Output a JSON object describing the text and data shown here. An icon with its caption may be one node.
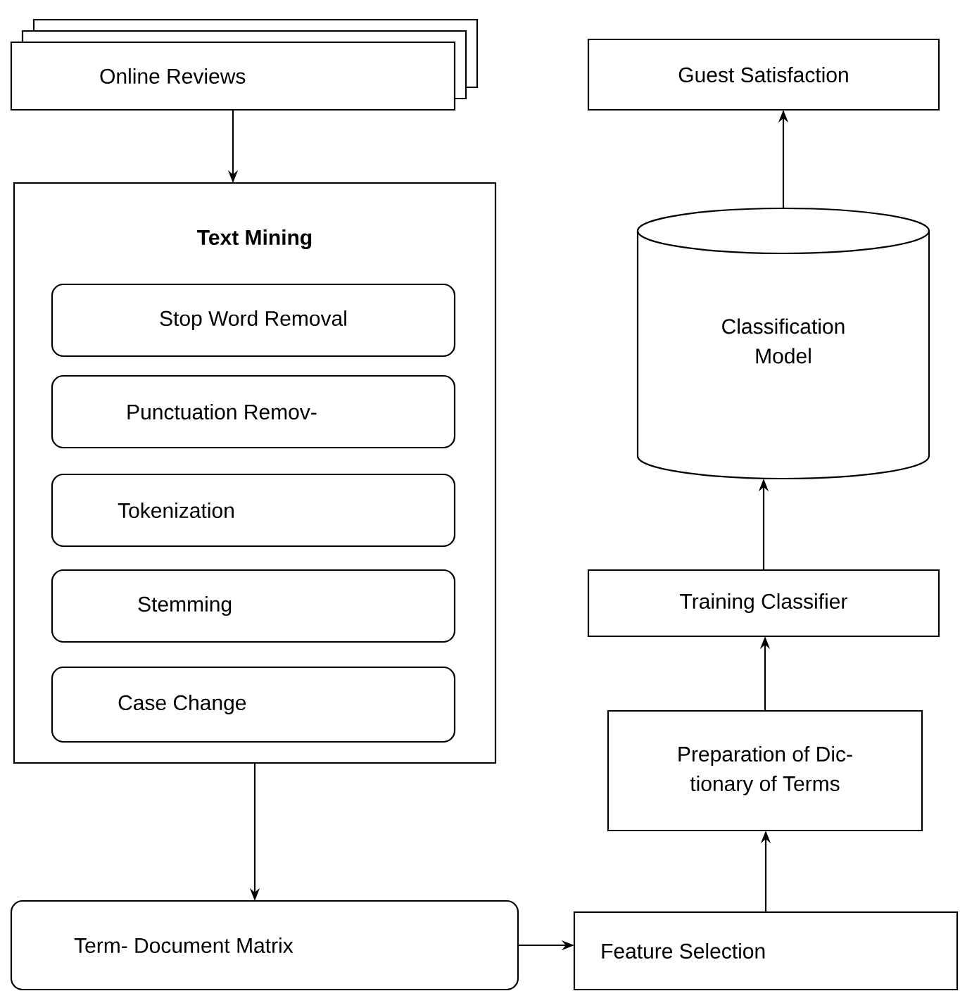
{
  "diagram": {
    "nodes": [
      {
        "text": [
          "Online Reviews"
        ]
      },
      {
        "text": [
          "Text Mining"
        ]
      },
      {
        "text": [
          "Stop Word Removal"
        ],
        "in": 1
      },
      {
        "text": [
          "Punctuation Remov-"
        ],
        "in": 1
      },
      {
        "text": [
          "Tokenization"
        ],
        "in": 1
      },
      {
        "text": [
          "Stemming"
        ],
        "in": 1
      },
      {
        "text": [
          "Case Change"
        ],
        "in": 1
      },
      {
        "text": [
          "Term- Document Matrix"
        ]
      },
      {
        "text": [
          "Feature Selection"
        ]
      },
      {
        "text": [
          "Preparation of Dic- tionary of Terms"
        ]
      },
      {
        "text": [
          "Training Classifier"
        ]
      },
      {
        "text": [
          "Classification Model"
        ]
      },
      {
        "text": [
          "Guest Satisfaction"
        ]
      }
    ],
    "edges": [
      {
        "from": 0,
        "to": 1,
        "arrow": "to"
      },
      {
        "from": 1,
        "to": 7,
        "arrow": "to"
      },
      {
        "from": 7,
        "to": 8,
        "arrow": "to"
      },
      {
        "from": 8,
        "to": 9,
        "arrow": "to"
      },
      {
        "from": 9,
        "to": 10,
        "arrow": "to"
      },
      {
        "from": 10,
        "to": 11,
        "arrow": "to"
      },
      {
        "from": 11,
        "to": 12,
        "arrow": "to"
      }
    ]
  }
}
